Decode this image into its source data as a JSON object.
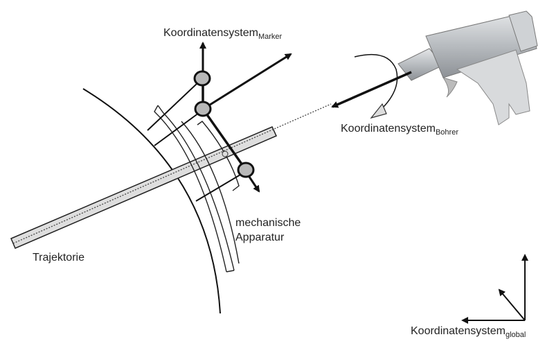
{
  "labels": {
    "marker": {
      "main": "Koordinatensystem",
      "sub": "Marker"
    },
    "bohrer": {
      "main": "Koordinatensystem",
      "sub": "Bohrer"
    },
    "global": {
      "main": "Koordinatensystem",
      "sub": "global"
    },
    "apparatus_line1": "mechanische",
    "apparatus_line2": "Apparatur",
    "trajectory": "Trajektorie"
  },
  "colors": {
    "marker_fill": "#b8b8b8",
    "trajectory_fill": "#dedede",
    "drill_body": "#c4c8cc",
    "line": "#111111"
  }
}
